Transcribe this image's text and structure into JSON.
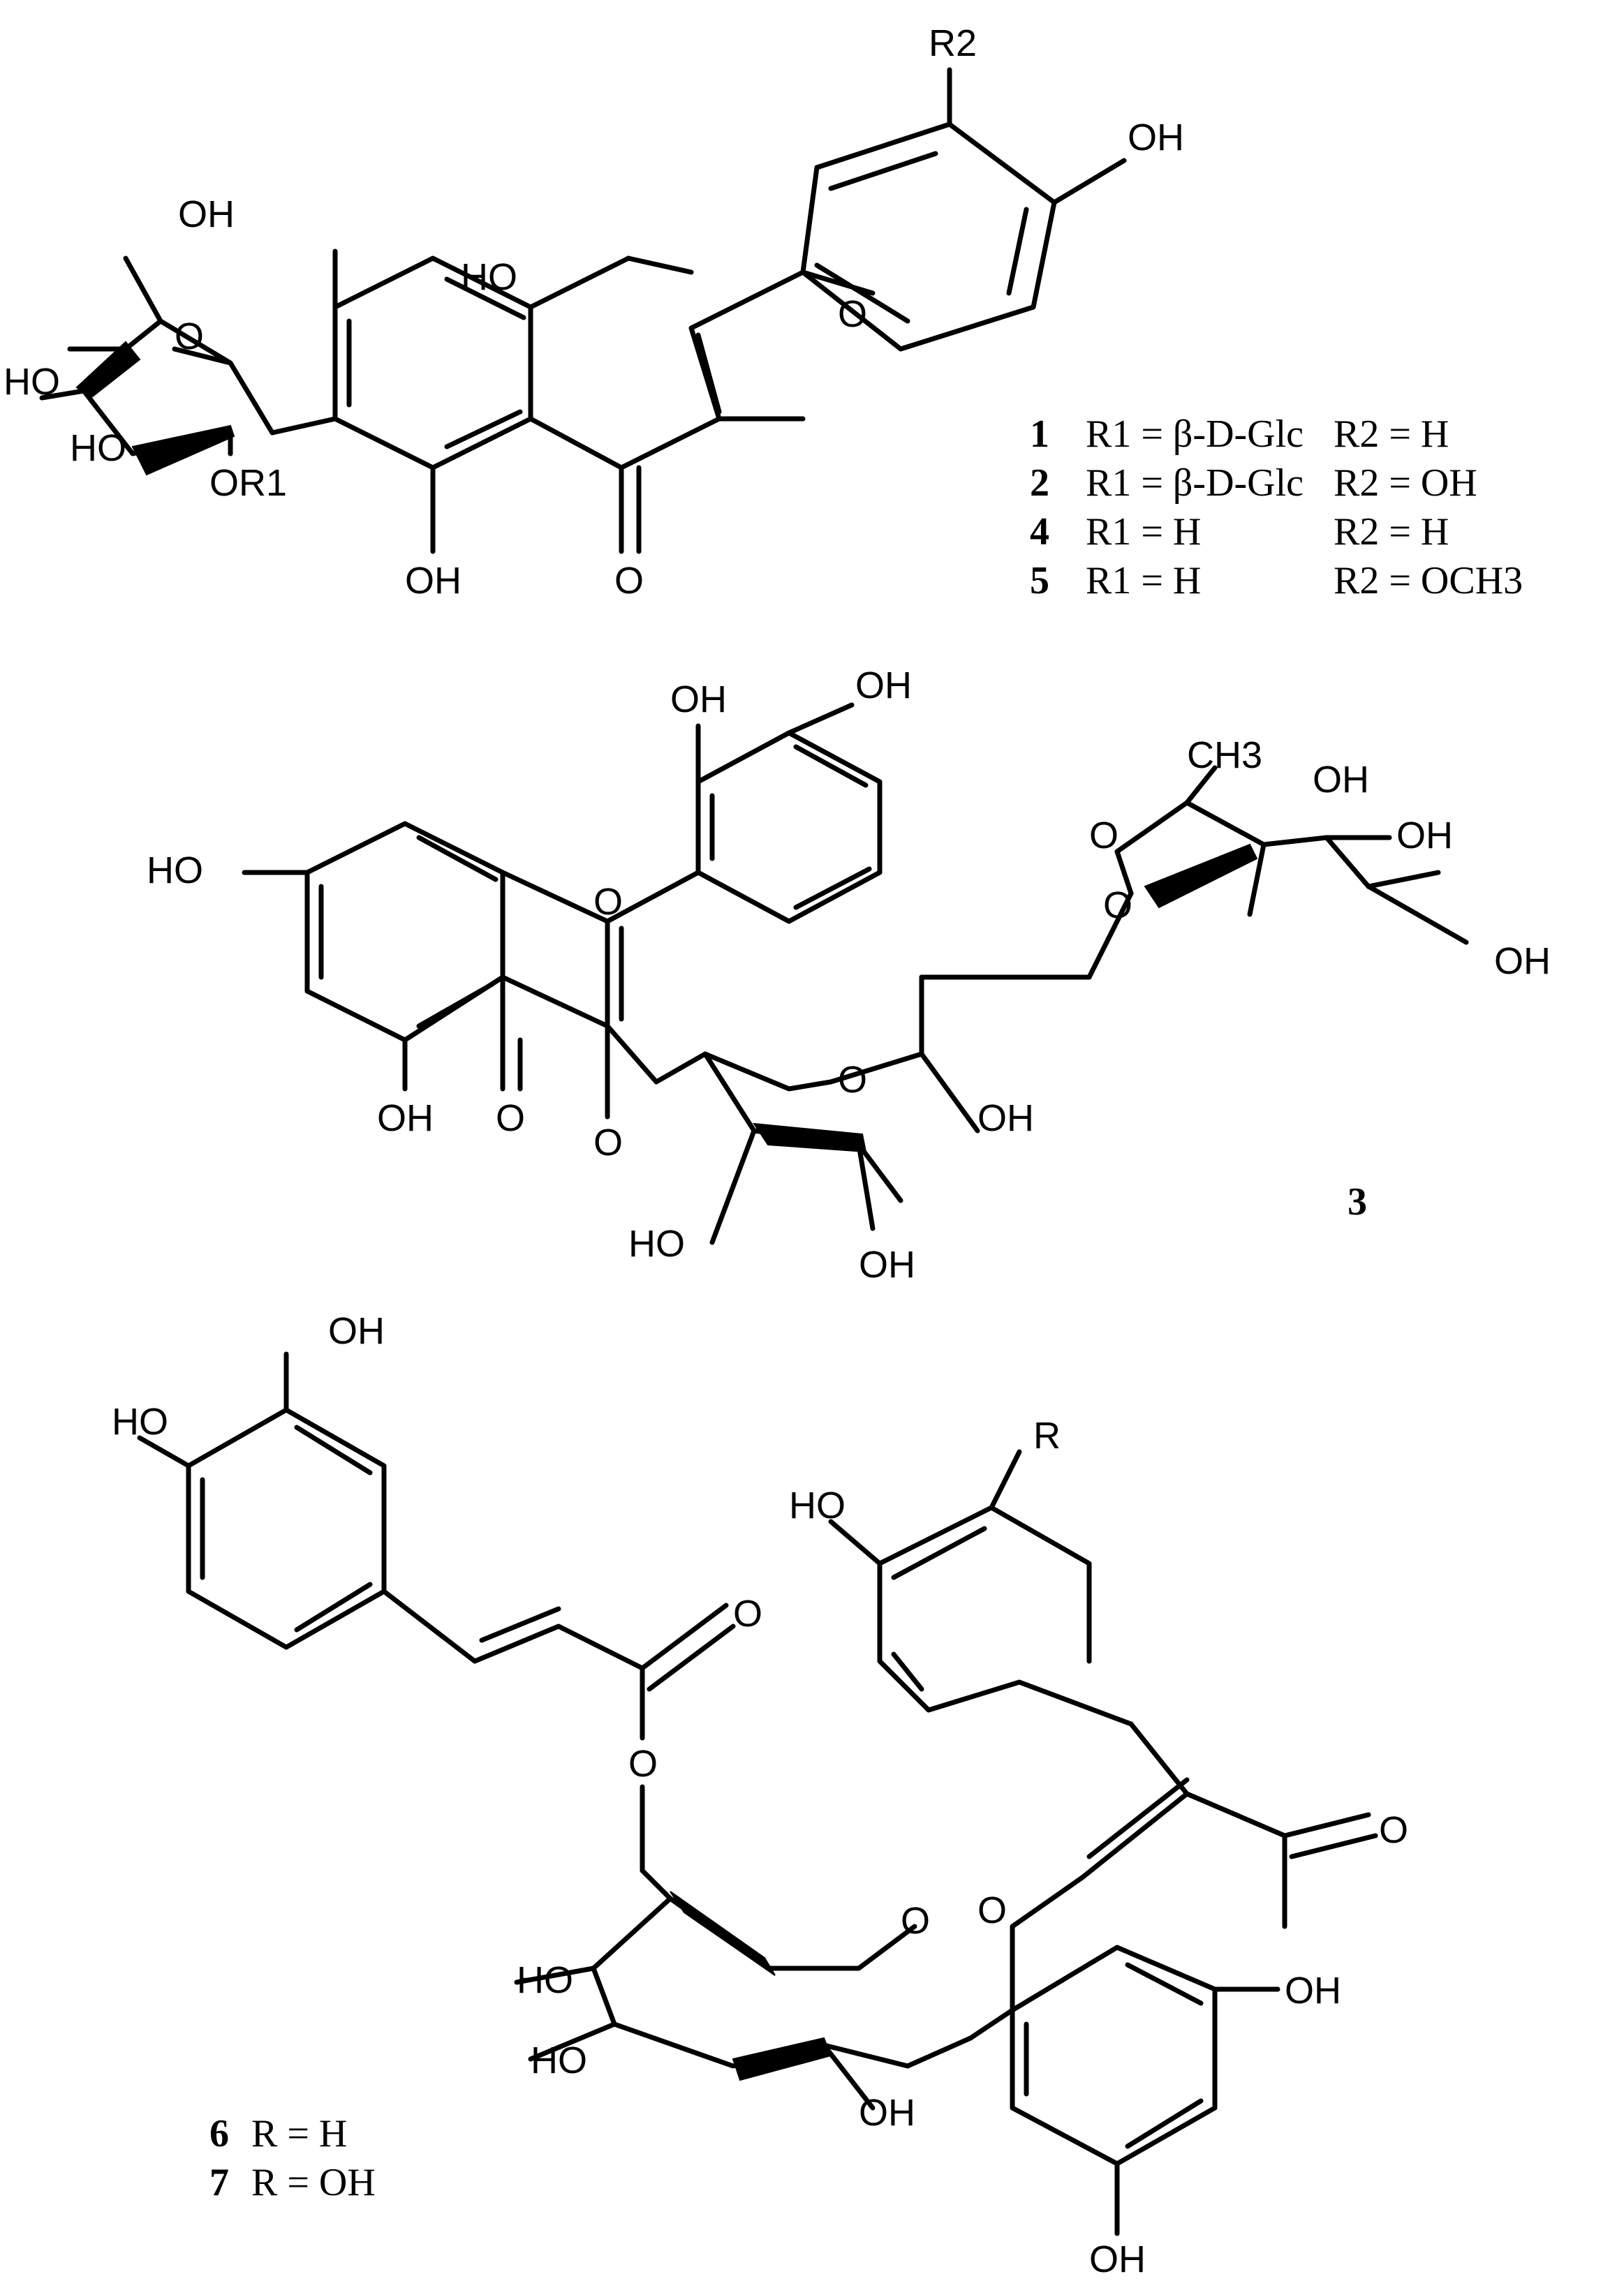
{
  "structure_1": {
    "atoms": {
      "R2": "R2",
      "OH_4p": "OH",
      "HO_7": "HO",
      "O_ring": "O",
      "OH_5": "OH",
      "O_keto": "O",
      "OH_6pp": "OH",
      "HO_4pp": "HO",
      "HO_3pp": "HO",
      "O_sugar": "O",
      "OR1": "OR1"
    },
    "table": [
      {
        "num": "1",
        "r1": "R1 = β-D-Glc",
        "r2": "R2 = H"
      },
      {
        "num": "2",
        "r1": "R1 = β-D-Glc",
        "r2": "R2 = OH"
      },
      {
        "num": "4",
        "r1": "R1 = H",
        "r2": "R2 = H"
      },
      {
        "num": "5",
        "r1": "R1 = H",
        "r2": "R2 = OCH3"
      }
    ]
  },
  "structure_3": {
    "label": "3",
    "atoms": {
      "OH_3p": "OH",
      "OH_4p": "OH",
      "HO_7": "HO",
      "O_ring": "O",
      "OH_5": "OH",
      "O_keto": "O",
      "O_glyc": "O",
      "O_glc": "O",
      "HO_glc2": "HO",
      "OH_glc3": "OH",
      "OH_glc4": "OH",
      "O_link": "O",
      "O_rha": "O",
      "CH3": "CH3",
      "OH_rha1": "OH",
      "OH_rha2": "OH",
      "OH_rha3": "OH"
    }
  },
  "structure_6_7": {
    "atoms": {
      "OH_caf3": "OH",
      "HO_caf4": "HO",
      "O_carbonyl": "O",
      "O_ester": "O",
      "HO_4p": "HO",
      "R": "R",
      "O_keto": "O",
      "O_ring": "O",
      "O_glc": "O",
      "HO_glc4": "HO",
      "HO_glc3": "HO",
      "OH_glc2": "OH",
      "OH_5": "OH",
      "OH_7": "OH"
    },
    "table": [
      {
        "num": "6",
        "text": "R = H"
      },
      {
        "num": "7",
        "text": "R = OH"
      }
    ]
  }
}
